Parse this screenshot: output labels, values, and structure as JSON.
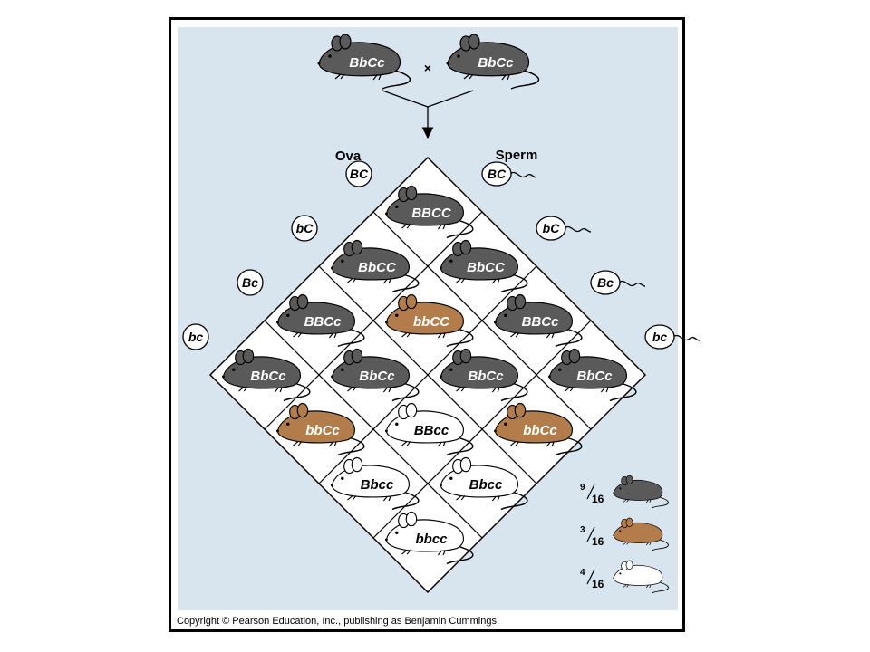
{
  "cross": {
    "parent1": "BbCc",
    "parent2": "BbCc",
    "symbol": "×"
  },
  "ova_label": "Ova",
  "sperm_label": "Sperm",
  "ova_gametes": [
    "BC",
    "bC",
    "Bc",
    "bc"
  ],
  "sperm_gametes": [
    "BC",
    "bC",
    "Bc",
    "bc"
  ],
  "grid": [
    [
      "BBCC",
      "BbCC",
      "BBCc",
      "BbCc"
    ],
    [
      "BbCC",
      "bbCC",
      "BbCc",
      "bbCc"
    ],
    [
      "BBCc",
      "BbCc",
      "BBcc",
      "Bbcc"
    ],
    [
      "BbCc",
      "bbCc",
      "Bbcc",
      "bbcc"
    ]
  ],
  "phenotype_of": {
    "BBCC": "black",
    "BbCC": "black",
    "BBCc": "black",
    "BbCc": "black",
    "bbCC": "brown",
    "bbCc": "brown",
    "BBcc": "white",
    "Bbcc": "white",
    "bbcc": "white"
  },
  "colors": {
    "black": "#5a5a5a",
    "brown": "#b27c4b",
    "white": "#ffffff",
    "panel": "#d9e5ee"
  },
  "ratios": [
    {
      "num": "9",
      "den": "16",
      "phenotype": "black"
    },
    {
      "num": "3",
      "den": "16",
      "phenotype": "brown"
    },
    {
      "num": "4",
      "den": "16",
      "phenotype": "white"
    }
  ],
  "copyright": "Copyright © Pearson Education, Inc., publishing as Benjamin Cummings.",
  "icons": [
    "mouse-icon",
    "arrow-down-icon",
    "sperm-icon",
    "egg-icon"
  ]
}
